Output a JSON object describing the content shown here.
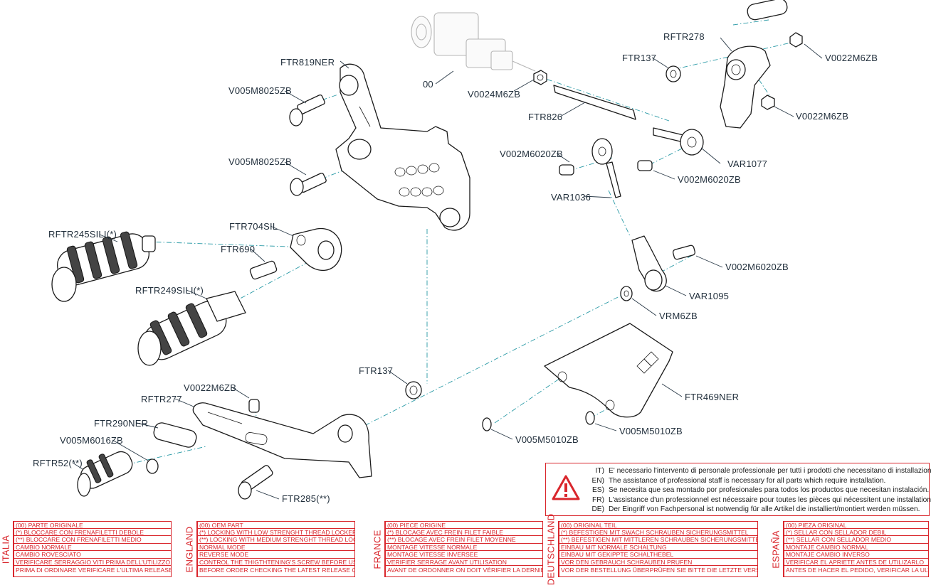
{
  "diagram": {
    "labels": {
      "ftr819ner": "FTR819NER",
      "v005m8025zb_top": "V005M8025ZB",
      "v005m8025zb_mid": "V005M8025ZB",
      "ref00": "00",
      "v0024m6zb": "V0024M6ZB",
      "ftr826": "FTR826",
      "ftr137_top": "FTR137",
      "rftr278": "RFTR278",
      "v0022m6zb_a": "V0022M6ZB",
      "v0022m6zb_b": "V0022M6ZB",
      "var1077": "VAR1077",
      "v002m6020zb_a": "V002M6020ZB",
      "v002m6020zb_b": "V002M6020ZB",
      "var1036": "VAR1036",
      "v002m6020zb_c": "V002M6020ZB",
      "var1095": "VAR1095",
      "vrm6zb": "VRM6ZB",
      "rftr245sili": "RFTR245SILI(*)",
      "ftr704sil": "FTR704SIL",
      "ftr690": "FTR690",
      "rftr249sili": "RFTR249SILI(*)",
      "ftr137_low": "FTR137",
      "ftr469ner": "FTR469NER",
      "v0022m6zb_c": "V0022M6ZB",
      "rftr277": "RFTR277",
      "ftr290ner": "FTR290NER",
      "v005m6016zb": "V005M6016ZB",
      "rftr52": "RFTR52(**)",
      "ftr285": "FTR285(**)",
      "v005m5010zb_a": "V005M5010ZB",
      "v005m5010zb_b": "V005M5010ZB"
    }
  },
  "warning": {
    "icon": "warning-triangle-icon",
    "lines": [
      {
        "code": "IT)",
        "text": "E' necessario l'intervento di personale professionale per tutti i prodotti che necessitano di installazione."
      },
      {
        "code": "EN)",
        "text": "The assistance of professional staff is necessary for all parts which require installation."
      },
      {
        "code": "ES)",
        "text": "Se necesita que sea montado por profesionales para todos los productos que necesitan instalación."
      },
      {
        "code": "FR)",
        "text": "L'assistance d'un professionnel est nécessaire pour toutes les pièces qui nécessitent une installation."
      },
      {
        "code": "DE)",
        "text": "Der Eingriff von Fachpersonal ist notwendig  für alle Artikel die installiert/montiert werden müssen."
      }
    ]
  },
  "legends": [
    {
      "language": "ITALIA",
      "rows": [
        "(00) PARTE ORIGINALE",
        "(*)   BLOCCARE CON FRENAFILETTI DEBOLE",
        "(**)  BLOCCARE CON FRENAFILETTI MEDIO",
        "CAMBIO NORMALE",
        "CAMBIO ROVESCIATO",
        "VERIFICARE SERRAGGIO VITI PRIMA DELL'UTILIZZO",
        "PRIMA DI ORDINARE VERIFICARE L'ULTIMA RELEASE SUL SITO"
      ]
    },
    {
      "language": "ENGLAND",
      "rows": [
        "(00) OEM PART",
        "(*)   LOCKING WITH LOW STRENGHT THREAD LOCKER",
        "(**)  LOCKING WITH MEDIUM STRENGHT THREAD LOCKER",
        "NORMAL MODE",
        "REVERSE MODE",
        "CONTROL THE THIGTHTENING'S SCREW BEFORE USING",
        "BEFORE ORDER CHECKING THE LATEST RELEASE ON WEBSITE"
      ]
    },
    {
      "language": "FRANCE",
      "rows": [
        "(00) PIECE ORIGINE",
        "(*)   BLOCAGE AVEC FREIN FILET FAIBLE",
        "(**)  BLOCAGE AVEC FREIN FILET MOYENNE",
        "MONTAGE VITESSE NORMALE",
        "MONTAGE VITESSE INVERSEE",
        "VERIFIER SERRAGE AVANT UTILISATION",
        "AVANT DE ORDONNER ON DOIT VÉRIFIER LA DERNIERE RELEASE SUR LE SITE INTERNET"
      ]
    },
    {
      "language": "DEUTSCHLAND",
      "rows": [
        "(00) ORIGINAL TEIL",
        "(*)   BEFESTIGEN MIT SWACH SCHRAUBEN SICHERUNGSMITTEL",
        "(**)  BEFESTIGEN MIT MITTLEREN SCHRAUBEN SICHERUNGSMITTEL",
        "EINBAU MIT NORMALE SCHALTUNG",
        "EINBAU MIT GEKIPPTE SCHALTHEBEL",
        "VOR DEN GEBRAUCH SCHRAUBEN PRUFEN",
        "VOR DER BESTELLUNG ÜBERPRÜFEN SIE BITTE DIE LETZTE VERSION DIESER ARTIKEL AUF DER INTERNET SEITE VON LIGHTECH"
      ]
    },
    {
      "language": "ESPAÑA",
      "rows": [
        "(00) PIEZA ORIGINAL",
        "(*)   SELLAR CON SELLADOR DEBIL",
        "(**)  SELLAR CON SELLADOR MEDIO",
        "MONTAJE  CAMBIO NORMAL",
        "MONTAJE CAMBIO INVERSO",
        "VERIFICAR EL APRIETE ANTES DE UTILIZARLO",
        "ANTES DE HACER EL PEDIDO, VERIFICAR LA ULTIMA VERSION EN LA WEB LIGHTECH"
      ]
    }
  ]
}
